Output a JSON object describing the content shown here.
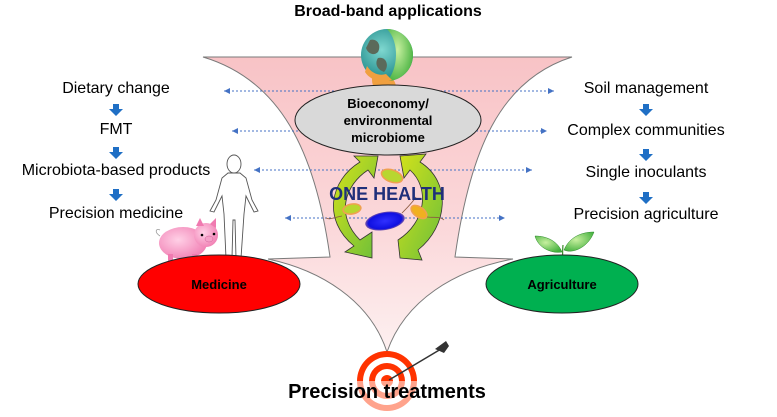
{
  "title_top": "Broad-band applications",
  "title_bottom": "Precision treatments",
  "center": {
    "ellipse_label_lines": [
      "Bioeconomy/",
      "environmental",
      "microbiome"
    ],
    "one_health_label": "ONE HEALTH"
  },
  "left_column": {
    "items": [
      "Dietary change",
      "FMT",
      "Microbiota-based products",
      "Precision medicine"
    ],
    "base_label": "Medicine",
    "base_color": "#ff0000"
  },
  "right_column": {
    "items": [
      "Soil management",
      "Complex communities",
      "Single inoculants",
      "Precision agriculture"
    ],
    "base_label": "Agriculture",
    "base_color": "#00b050"
  },
  "colors": {
    "funnel_fill": "#f9c9cc",
    "arrow_blue": "#1f6fc5",
    "dashed_arrow": "#4472c4",
    "center_ellipse": "#d9d9d9",
    "one_health_text": "#1f2f7a",
    "target_red": "#ff3300"
  },
  "icons": [
    "globe-in-hand-icon",
    "human-silhouette-icon",
    "pig-icon",
    "sprout-icon",
    "target-with-arrow-icon",
    "recycling-arrows-icon",
    "bacteria-icon"
  ]
}
